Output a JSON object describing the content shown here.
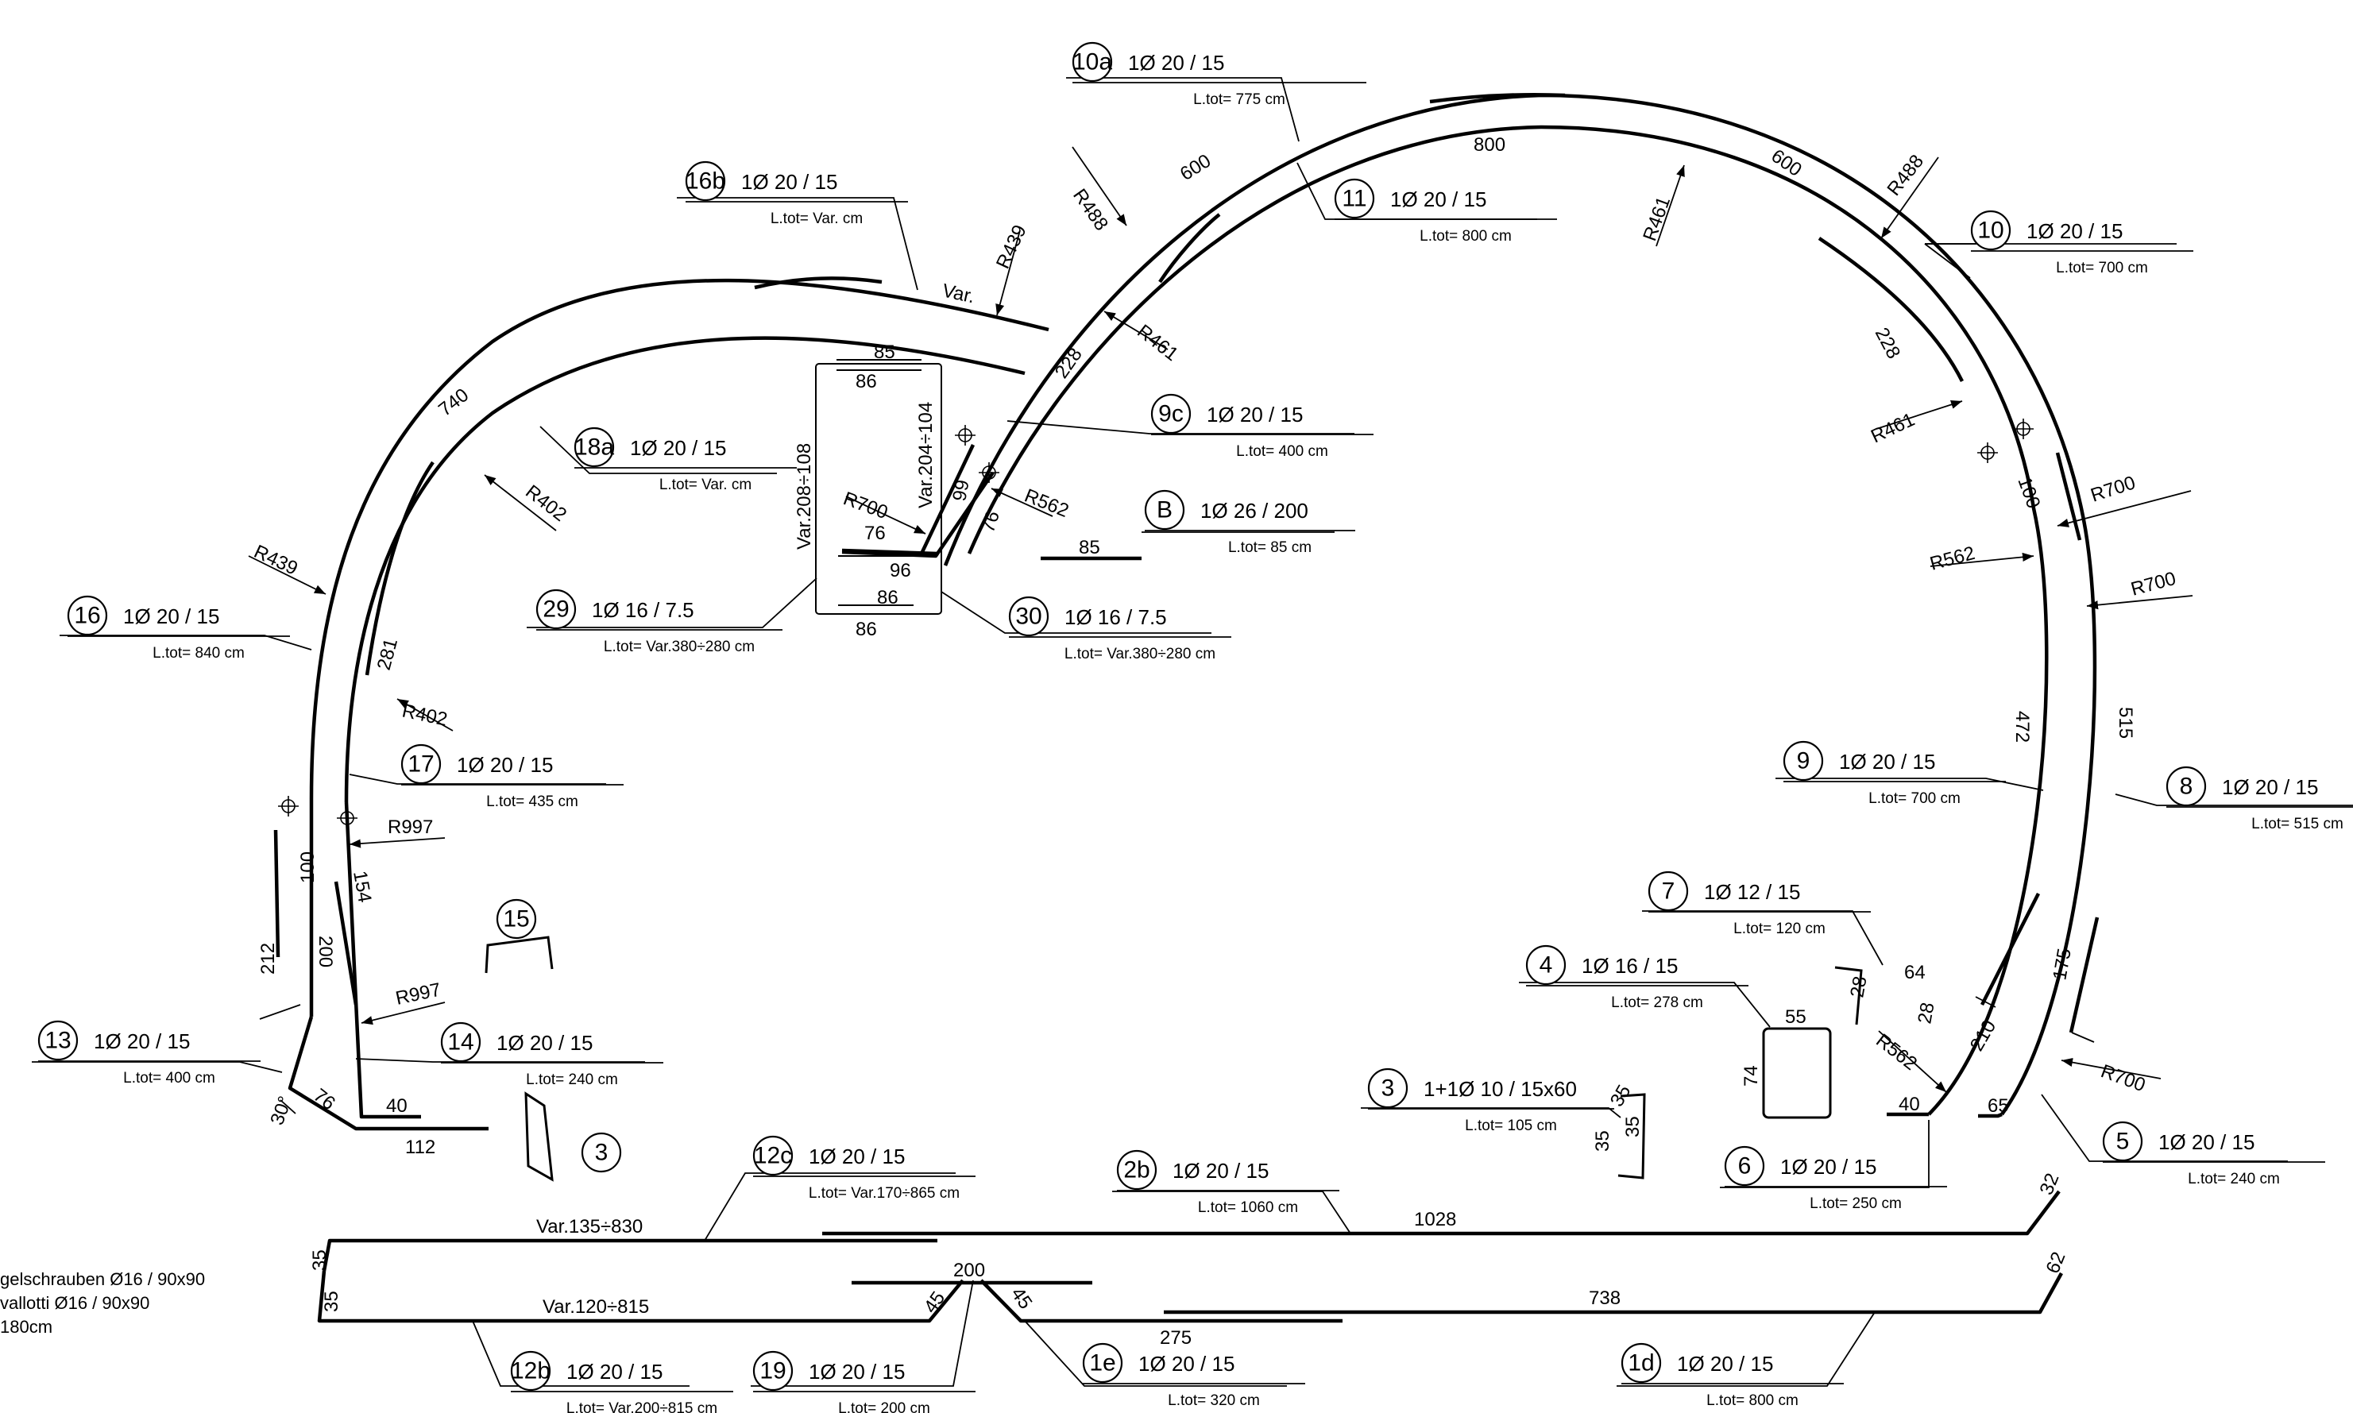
{
  "labels": [
    {
      "id": "10a",
      "spec": "1Ø 20 / 15",
      "ltot": "L.tot= 775 cm"
    },
    {
      "id": "11",
      "spec": "1Ø 20 / 15",
      "ltot": "L.tot= 800 cm"
    },
    {
      "id": "10",
      "spec": "1Ø 20 / 15",
      "ltot": "L.tot= 700 cm"
    },
    {
      "id": "16b",
      "spec": "1Ø 20 / 15",
      "ltot": "L.tot= Var. cm"
    },
    {
      "id": "9c",
      "spec": "1Ø 20 / 15",
      "ltot": "L.tot= 400 cm"
    },
    {
      "id": "18a",
      "spec": "1Ø 20 / 15",
      "ltot": "L.tot= Var. cm"
    },
    {
      "id": "B",
      "spec": "1Ø 26 / 200",
      "ltot": "L.tot= 85 cm"
    },
    {
      "id": "29",
      "spec": "1Ø 16 / 7.5",
      "ltot": "L.tot= Var.380÷280 cm"
    },
    {
      "id": "30",
      "spec": "1Ø 16 / 7.5",
      "ltot": "L.tot= Var.380÷280 cm"
    },
    {
      "id": "16",
      "spec": "1Ø 20 / 15",
      "ltot": "L.tot= 840 cm"
    },
    {
      "id": "17",
      "spec": "1Ø 20 / 15",
      "ltot": "L.tot= 435 cm"
    },
    {
      "id": "9",
      "spec": "1Ø 20 / 15",
      "ltot": "L.tot= 700 cm"
    },
    {
      "id": "8",
      "spec": "1Ø 20 / 15",
      "ltot": "L.tot= 515 cm"
    },
    {
      "id": "7",
      "spec": "1Ø 12 / 15",
      "ltot": "L.tot= 120 cm"
    },
    {
      "id": "4",
      "spec": "1Ø 16 / 15",
      "ltot": "L.tot= 278 cm"
    },
    {
      "id": "13",
      "spec": "1Ø 20 / 15",
      "ltot": "L.tot= 400 cm"
    },
    {
      "id": "14",
      "spec": "1Ø 20 / 15",
      "ltot": "L.tot= 240 cm"
    },
    {
      "id": "3",
      "spec": "1+1Ø 10 / 15x60",
      "ltot": "L.tot= 105 cm"
    },
    {
      "id": "6",
      "spec": "1Ø 20 / 15",
      "ltot": "L.tot= 250 cm"
    },
    {
      "id": "5",
      "spec": "1Ø 20 / 15",
      "ltot": "L.tot= 240 cm"
    },
    {
      "id": "12c",
      "spec": "1Ø 20 / 15",
      "ltot": "L.tot= Var.170÷865 cm"
    },
    {
      "id": "2b",
      "spec": "1Ø 20 / 15",
      "ltot": "L.tot= 1060 cm"
    },
    {
      "id": "12b",
      "spec": "1Ø 20 / 15",
      "ltot": "L.tot= Var.200÷815 cm"
    },
    {
      "id": "19",
      "spec": "1Ø 20 / 15",
      "ltot": "L.tot= 200 cm"
    },
    {
      "id": "1e",
      "spec": "1Ø 20 / 15",
      "ltot": "L.tot= 320 cm"
    },
    {
      "id": "1d",
      "spec": "1Ø 20 / 15",
      "ltot": "L.tot= 800 cm"
    }
  ],
  "standalone_marks": {
    "m15": "15",
    "m3": "3"
  },
  "dims": {
    "r488_l": "R488",
    "a600_l": "600",
    "a800": "800",
    "a600_r": "600",
    "r488_r": "R488",
    "r461_t": "R461",
    "varc": "Var.",
    "r439_t": "R439",
    "r461_l": "R461",
    "a228_l": "228",
    "a740": "740",
    "d85_top": "85",
    "d86_top": "86",
    "var_204": "Var.204÷104",
    "var_208": "Var.208÷108",
    "r700_c": "R700",
    "d76_c": "76",
    "a99": "99",
    "r562_c": "R562",
    "a76_c": "76",
    "d96": "96",
    "d86_b1": "86",
    "d86_b2": "86",
    "d85_B": "85",
    "r402_t": "R402",
    "r439_l": "R439",
    "a281": "281",
    "r402_l": "R402",
    "r997_t": "R997",
    "d100_l": "100",
    "a154": "154",
    "a200": "200",
    "d212": "212",
    "r997_b": "R997",
    "d30": "30°",
    "d76_l": "76",
    "d40_l": "40",
    "d112": "112",
    "a228_r": "228",
    "r461_r": "R461",
    "a100_r": "100",
    "r700_r1": "R700",
    "r562_r": "R562",
    "r700_r2": "R700",
    "a472": "472",
    "a515": "515",
    "a175": "175",
    "a210": "210",
    "r562_b": "R562",
    "r700_r3": "R700",
    "d40_r": "40",
    "d65": "65",
    "d28_a": "28",
    "d64": "64",
    "d28_b": "28",
    "d55": "55",
    "d74": "74",
    "d35_a": "35",
    "d35_b": "35",
    "d35_c": "35",
    "var135": "Var.135÷830",
    "d1028": "1028",
    "d32": "32",
    "d35_l1": "35",
    "d35_l2": "35",
    "var120": "Var.120÷815",
    "d200": "200",
    "d45_a": "45",
    "d45_b": "45",
    "d738": "738",
    "d62": "62",
    "d275": "275"
  },
  "legend": [
    "gelschrauben Ø16 / 90x90",
    "vallotti Ø16 / 90x90",
    "180cm"
  ]
}
